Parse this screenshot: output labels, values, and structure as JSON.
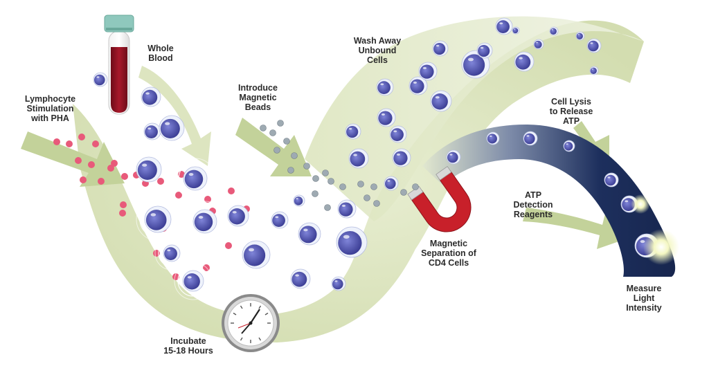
{
  "labels": {
    "whole_blood": "Whole\nBlood",
    "lymphocyte_stimulation": "Lymphocyte\nStimulation\nwith PHA",
    "introduce_beads": "Introduce\nMagnetic\nBeads",
    "wash_away": "Wash Away\nUnbound\nCells",
    "cell_lysis": "Cell Lysis\nto Release\nATP",
    "atp_reagents": "ATP\nDetection\nReagents",
    "magnetic_separation": "Magnetic\nSeparation of\nCD4 Cells",
    "measure_light": "Measure\nLight\nIntensity",
    "incubate": "Incubate\n15-18 Hours"
  },
  "icons": [
    "blood-tube-icon",
    "clock-icon",
    "magnet-icon"
  ],
  "colors": {
    "flow_band": "#dde6c0",
    "arrow_fill": "#c3d29a",
    "cell_body": "#4a4ba8",
    "cell_rim": "#eef2fb",
    "pha_particle": "#e85a7a",
    "bead": "#9eaab2",
    "magnet_red": "#c8202a",
    "dark_track": "#1b2c5a",
    "blood_red": "#8b1020",
    "tube_cap": "#8fc8bd"
  }
}
